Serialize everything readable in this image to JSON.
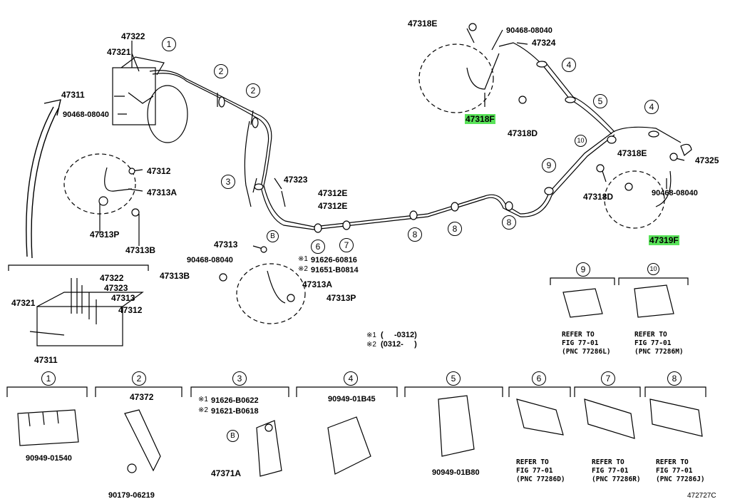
{
  "parts": {
    "p47322": "47322",
    "p47321": "47321",
    "p47311": "47311",
    "p9046808040a": "90468-08040",
    "p47312": "47312",
    "p47313Aa": "47313A",
    "p47313Pa": "47313P",
    "p47313Ba": "47313B",
    "p47323": "47323",
    "p47312Ea": "47312E",
    "p47312Eb": "47312E",
    "p47313": "47313",
    "p9046808040b": "90468-08040",
    "p47313Bb": "47313B",
    "p47313Ab": "47313A",
    "p47313Pb": "47313P",
    "p9162660816": "91626-60816",
    "p91651B0814": "91651-B0814",
    "p47318E": "47318E",
    "p9046808040c": "90468-08040",
    "p47324": "47324",
    "p47318F": "47318F",
    "p47318Da": "47318D",
    "p47318Eb": "47318E",
    "p47325": "47325",
    "p47318Db": "47318D",
    "p9046808040d": "90468-08040",
    "p47319F": "47319F",
    "d47322": "47322",
    "d47321": "47321",
    "d47323": "47323",
    "d47313": "47313",
    "d47312": "47312",
    "d47311": "47311",
    "b1": "90949-01540",
    "b2a": "47372",
    "b2b": "90179-06219",
    "b3a": "91626-B0622",
    "b3b": "91621-B0618",
    "b3c": "47371A",
    "b4": "90949-01B45",
    "b5": "90949-01B80"
  },
  "marks": {
    "star1": "※1",
    "star2": "※2",
    "letterB": "B"
  },
  "notes": {
    "n1": "(     -0312)",
    "n2": "(0312-     )"
  },
  "refs": {
    "r9": "REFER TO\nFIG 77-01\n(PNC 77286L)",
    "r10": "REFER TO\nFIG 77-01\n(PNC 77286M)",
    "r6": "REFER TO\nFIG 77-01\n(PNC 77286D)",
    "r7": "REFER TO\nFIG 77-01\n(PNC 77286R)",
    "r8": "REFER TO\nFIG 77-01\n(PNC 77286J)"
  },
  "circles": [
    "1",
    "2",
    "3",
    "4",
    "5",
    "6",
    "7",
    "8",
    "9",
    "10"
  ],
  "code": "472727C",
  "colors": {
    "highlight": "#59e259",
    "ink": "#000000"
  }
}
